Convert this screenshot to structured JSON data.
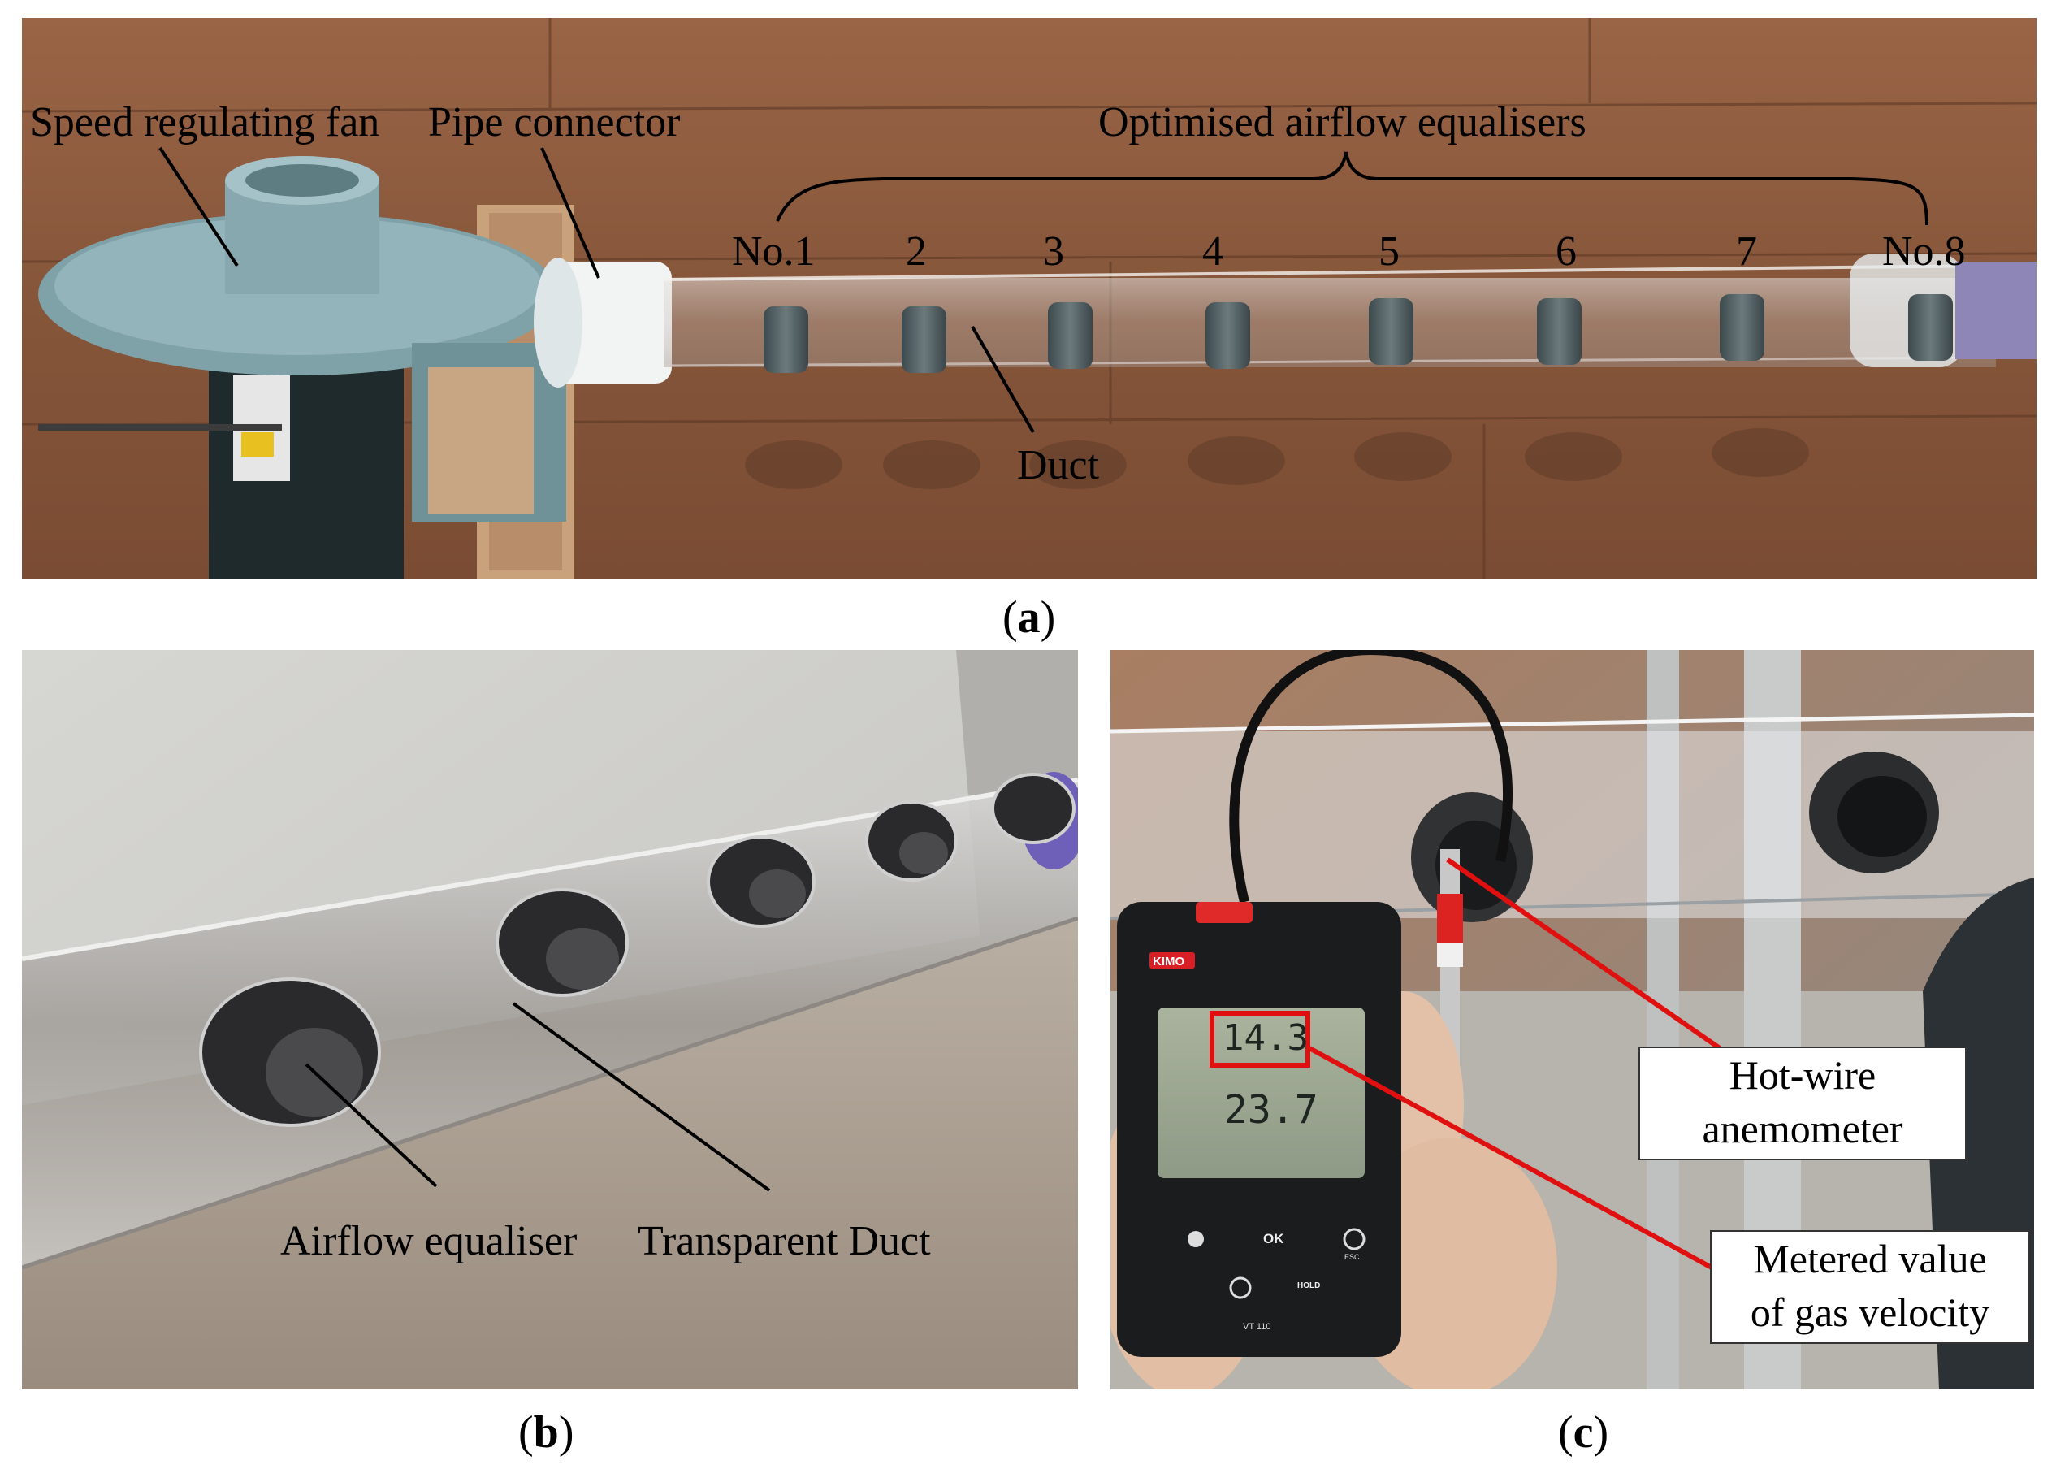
{
  "panel_a": {
    "labels": {
      "fan": "Speed regulating fan",
      "connector": "Pipe connector",
      "equalisers": "Optimised airflow equalisers",
      "duct": "Duct",
      "numbers": [
        "No.1",
        "2",
        "3",
        "4",
        "5",
        "6",
        "7",
        "No.8"
      ]
    },
    "caption_letter": "a"
  },
  "panel_b": {
    "labels": {
      "equaliser": "Airflow equaliser",
      "duct": "Transparent Duct"
    },
    "caption_letter": "b"
  },
  "panel_c": {
    "meter": {
      "brand": "KIMO",
      "reading_top": "14.3",
      "reading_bottom": "23.7",
      "ok": "OK",
      "esc": "ESC",
      "hold": "HOLD",
      "model": "VT 110"
    },
    "labels": {
      "anemometer_line1": "Hot-wire",
      "anemometer_line2": "anemometer",
      "metered_line1": "Metered value",
      "metered_line2": "of gas velocity"
    },
    "caption_letter": "c"
  },
  "colors": {
    "wood": "#8a5a3c",
    "fan": "#7fa2a8",
    "highlight": "#e01010"
  }
}
